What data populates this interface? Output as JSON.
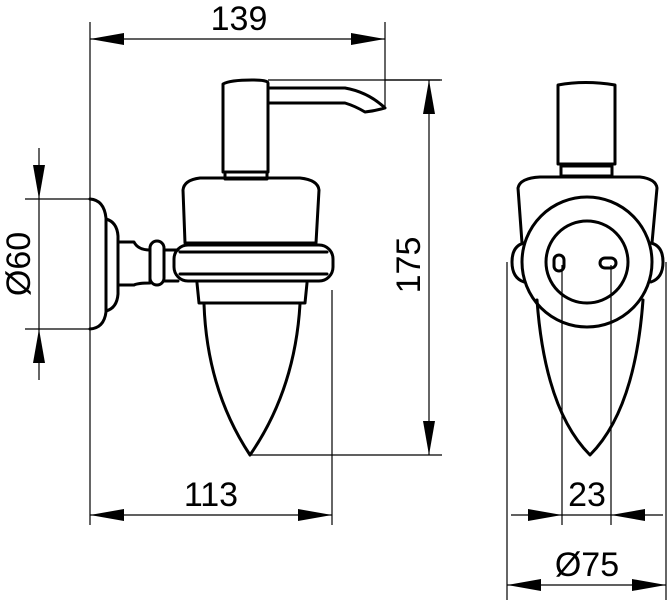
{
  "drawing": {
    "title": "Soap dispenser technical drawing",
    "views": [
      "side-view",
      "front-view"
    ],
    "dimensions": {
      "overall_depth": "139",
      "wall_plate_diameter": "Ø60",
      "overall_height": "175",
      "depth_to_container_axis": "113",
      "fixing_hole_spacing": "23",
      "front_plate_diameter": "Ø75"
    },
    "units": "mm",
    "colors": {
      "line": "#000000",
      "background": "#ffffff"
    }
  }
}
